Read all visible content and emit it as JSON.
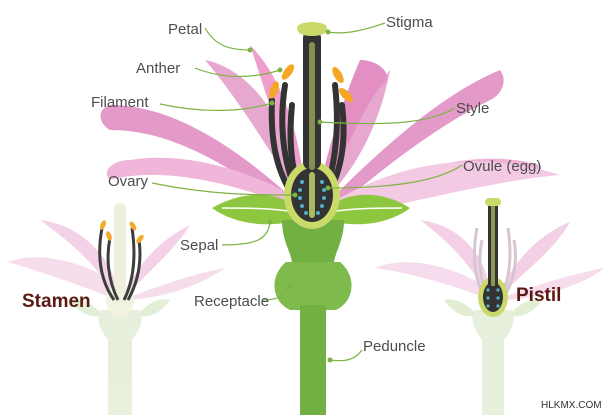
{
  "labels": {
    "petal": "Petal",
    "anther": "Anther",
    "filament": "Filament",
    "ovary": "Ovary",
    "sepal": "Sepal",
    "receptacle": "Receptacle",
    "stigma": "Stigma",
    "style": "Style",
    "ovule": "Ovule (egg)",
    "peduncle": "Peduncle"
  },
  "side_titles": {
    "stamen": "Stamen",
    "pistil": "Pistil"
  },
  "watermark": "HLKMX.COM",
  "colors": {
    "petal_pink": "#e59ac9",
    "petal_light": "#f3c9e3",
    "stem_green": "#72b043",
    "leaf_green": "#8dc63f",
    "dark": "#333333",
    "ovary_yellow": "#cbd96a",
    "anther_orange": "#f5a623",
    "ovule_blue": "#4fb3c8",
    "leader_green": "#7cb342",
    "title_brown": "#5b1a13"
  }
}
